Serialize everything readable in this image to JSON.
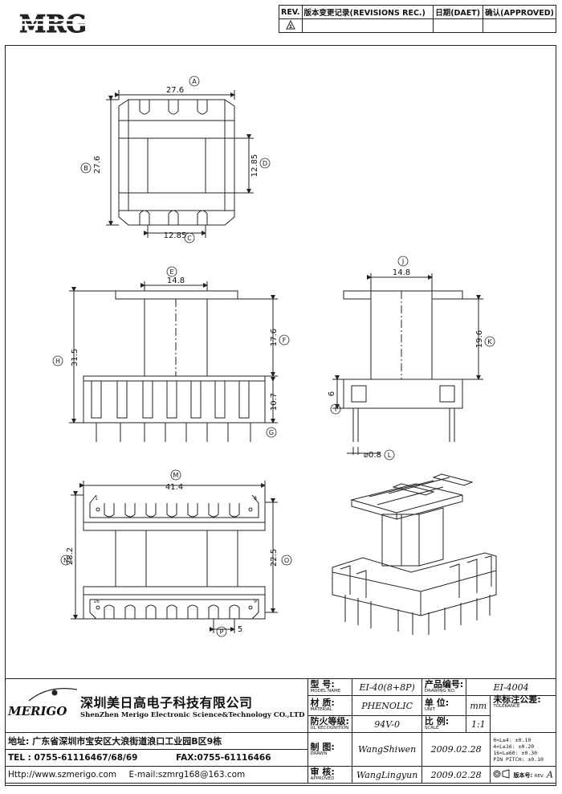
{
  "header": {
    "logo_text": "MRG",
    "revision_columns": [
      "REV.",
      "版本变更记录(REVISIONS REC.)",
      "日期(DAET)",
      "确认(APPROVED)"
    ],
    "revision_row_symbol": "1"
  },
  "dimensions": {
    "top_view": {
      "a": "27.6",
      "a_tag": "A",
      "b": "27.6",
      "b_tag": "B",
      "c": "12.85",
      "c_tag": "C",
      "d": "12.85",
      "d_tag": "D"
    },
    "front_view": {
      "e": "14.8",
      "e_tag": "E",
      "f": "17.6",
      "f_tag": "F",
      "g": "10.7",
      "g_tag": "G",
      "h": "31.5",
      "h_tag": "H"
    },
    "side_view": {
      "j": "14.8",
      "j_tag": "J",
      "k": "19.6",
      "k_tag": "K",
      "i": "6",
      "i_tag": "I",
      "l": "⌀0.8",
      "l_tag": "L"
    },
    "bottom_view": {
      "m": "41.4",
      "m_tag": "M",
      "n": "28.2",
      "n_tag": "N",
      "o": "22.5",
      "o_tag": "O",
      "p": "5",
      "p_tag": "P",
      "pin_left": "1",
      "pin_right": "8",
      "pin_bl": "16",
      "pin_br": "9"
    }
  },
  "title_block": {
    "company_logo": "MERIGO",
    "company_cn": "深圳美日高电子科技有限公司",
    "company_en": "ShenZhen Merigo Electronic Science&Technology CO.,LTD",
    "address": "地址: 广东省深圳市宝安区大浪街道浪口工业园B区9栋",
    "tel": "TEL : 0755-61116467/68/69",
    "fax": "FAX:0755-61116466",
    "http": "Http://www.szmerigo.com",
    "email": "E-mail:szmrg168@163.com",
    "model_label": "型 号:",
    "model_label_en": "MODEL NAME",
    "model_value": "EI-40(8+8P)",
    "drawing_no_label": "产品编号:",
    "drawing_no_label_en": "DRAWING NO.",
    "drawing_no_value": "EI-4004",
    "material_label": "材 质:",
    "material_label_en": "MATERIAL",
    "material_value": "PHENOLIC",
    "unit_label": "单 位:",
    "unit_label_en": "UNIT",
    "unit_value": "mm",
    "ul_label": "防火等级:",
    "ul_label_en": "UL RECOGNITION",
    "ul_value": "94V-0",
    "scale_label": "比 例:",
    "scale_label_en": "SCALE",
    "scale_value": "1:1",
    "drawn_label": "制 图:",
    "drawn_label_en": "DRAWN",
    "drawn_value": "WangShiwen",
    "drawn_date": "2009.02.28",
    "approved_label": "审 核:",
    "approved_label_en": "APPROVED",
    "approved_value": "WangLingyun",
    "approved_date": "2009.02.28",
    "tolerance_label": "未标注公差:",
    "tolerance_label_en": "TOLERANCE",
    "tolerance_lines": [
      "0<L≤4: ±0.10",
      "4<L≤16: ±0.20",
      "16<L≤60: ±0.30",
      "PIN PITCH: ±0.10"
    ],
    "version_label": "版本号:",
    "version_label_en": "REV.",
    "version_value": "A"
  }
}
